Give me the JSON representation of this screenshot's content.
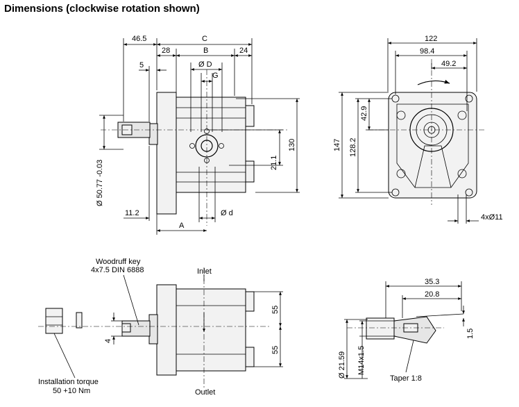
{
  "title": "Dimensions (clockwise rotation shown)",
  "side_view": {
    "dims": {
      "d46_5": "46.5",
      "c": "C",
      "d28": "28",
      "b": "B",
      "d24": "24",
      "d5": "5",
      "diam_d_upper": "Ø D",
      "g": "G",
      "d130": "130",
      "d21_1": "21.1",
      "shaft_diam": "Ø 50.77 -0.03",
      "d11_2": "11.2",
      "diam_d_lower": "Ø d",
      "a": "A"
    }
  },
  "front_view": {
    "dims": {
      "d122": "122",
      "d98_4": "98.4",
      "d49_2": "49.2",
      "d42_9": "42.9",
      "d147": "147",
      "d128_2": "128.2",
      "holes": "4xØ11"
    }
  },
  "bottom_view": {
    "woodruff": [
      "Woodruff key",
      "4x7.5 DIN 6888"
    ],
    "inlet": "Inlet",
    "outlet": "Outlet",
    "d55_top": "55",
    "d55_bottom": "55",
    "d4": "4",
    "torque": [
      "Installation torque",
      "50 +10 Nm"
    ]
  },
  "shaft_detail": {
    "d35_3": "35.3",
    "d20_8": "20.8",
    "d1_5": "1.5",
    "d21_59": "Ø 21.59",
    "m14": "M14x1.5",
    "taper": "Taper 1:8"
  }
}
